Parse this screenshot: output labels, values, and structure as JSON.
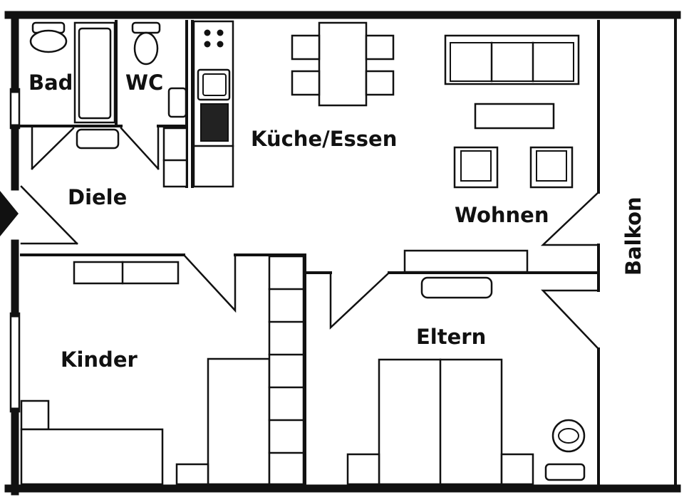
{
  "rooms": {
    "bad": "Bad",
    "wc": "WC",
    "kueche_essen": "Küche/Essen",
    "diele": "Diele",
    "wohnen": "Wohnen",
    "balkon": "Balkon",
    "kinder": "Kinder",
    "eltern": "Eltern"
  },
  "colors": {
    "wall": "#111111",
    "background": "#ffffff"
  }
}
